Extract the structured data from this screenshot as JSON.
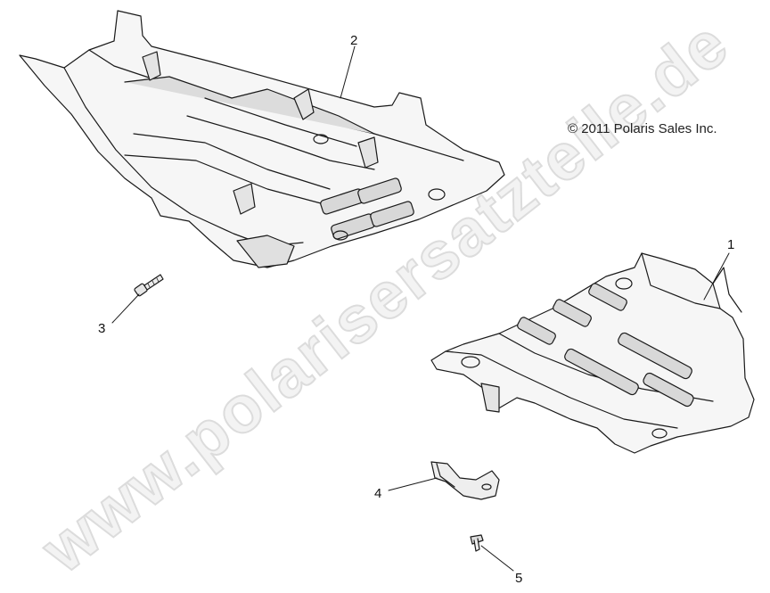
{
  "copyright": "© 2011 Polaris Sales Inc.",
  "watermark": "www.polarisersatzteile.de",
  "callouts": [
    {
      "id": "1",
      "label": "1"
    },
    {
      "id": "2",
      "label": "2"
    },
    {
      "id": "3",
      "label": "3"
    },
    {
      "id": "4",
      "label": "4"
    },
    {
      "id": "5",
      "label": "5"
    }
  ],
  "colors": {
    "line": "#1a1a1a",
    "shade": "#cfcfcf",
    "watermark": "#dcdcdc"
  }
}
